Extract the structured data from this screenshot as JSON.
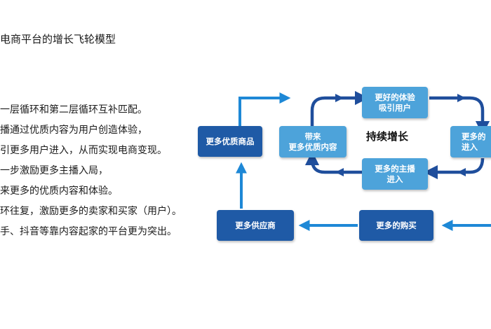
{
  "title": "电商平台的增长飞轮模型",
  "bullets": [
    "一层循环和第二层循环互补匹配。",
    "播通过优质内容为用户创造体验，",
    "引更多用户进入，从而实现电商变现。",
    "一步激励更多主播入局，",
    "来更多的优质内容和体验。",
    "环往复，激励更多的卖家和买家（用户）。",
    "手、抖音等靠内容起家的平台更为突出。"
  ],
  "diagram": {
    "nodes": {
      "quality_goods": "更多优质商品",
      "supplier": "更多供应商",
      "purchase": "更多的购买",
      "better_experience_line1": "更好的体验",
      "better_experience_line2": "吸引用户",
      "bring_line1": "带来",
      "bring_line2": "更多优质内容",
      "more_anchors_line1": "更多的主播",
      "more_anchors_line2": "进入",
      "right_cut_line1": "更多的",
      "right_cut_line2": "进入",
      "center": "持续增长"
    },
    "colors": {
      "dark_box": "#1f5aa6",
      "light_box": "#4da3da",
      "loop_arrow": "#1f4e9c",
      "flow_arrow": "#1e88d6"
    }
  }
}
